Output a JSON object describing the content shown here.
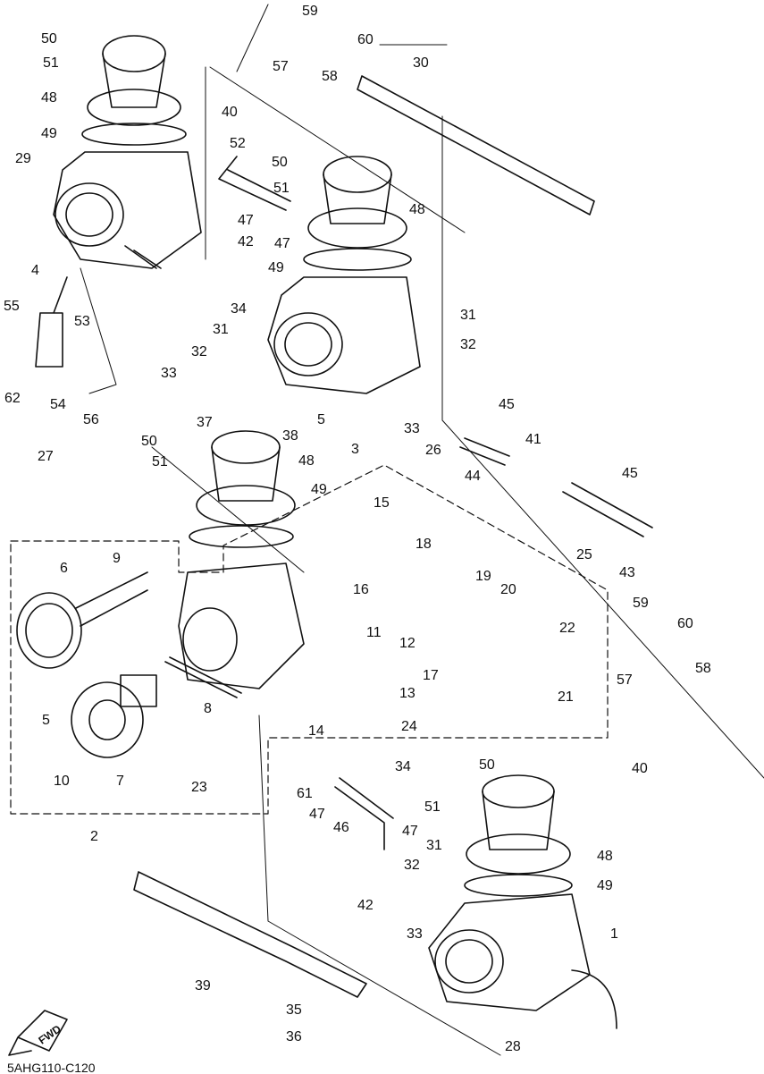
{
  "diagram_code": "5AHG110-C120",
  "fwd_label": "FWD",
  "part_labels": {
    "p1": "1",
    "p2": "2",
    "p3": "3",
    "p4": "4",
    "p5a": "5",
    "p5b": "5",
    "p6": "6",
    "p7": "7",
    "p8": "8",
    "p9": "9",
    "p10": "10",
    "p11": "11",
    "p12": "12",
    "p13": "13",
    "p14": "14",
    "p15": "15",
    "p16": "16",
    "p17": "17",
    "p18": "18",
    "p19": "19",
    "p20": "20",
    "p21": "21",
    "p22": "22",
    "p23": "23",
    "p24": "24",
    "p25": "25",
    "p26": "26",
    "p27": "27",
    "p28": "28",
    "p29": "29",
    "p30": "30",
    "p31a": "31",
    "p31b": "31",
    "p31c": "31",
    "p32a": "32",
    "p32b": "32",
    "p32c": "32",
    "p33a": "33",
    "p33b": "33",
    "p33c": "33",
    "p34a": "34",
    "p34b": "34",
    "p35": "35",
    "p36": "36",
    "p37": "37",
    "p38": "38",
    "p39": "39",
    "p40a": "40",
    "p40b": "40",
    "p41": "41",
    "p42a": "42",
    "p42b": "42",
    "p43": "43",
    "p44": "44",
    "p45a": "45",
    "p45b": "45",
    "p46": "46",
    "p47a": "47",
    "p47b": "47",
    "p47c": "47",
    "p47d": "47",
    "p48a": "48",
    "p48b": "48",
    "p48c": "48",
    "p48d": "48",
    "p49a": "49",
    "p49b": "49",
    "p49c": "49",
    "p49d": "49",
    "p50a": "50",
    "p50b": "50",
    "p50c": "50",
    "p50d": "50",
    "p51a": "51",
    "p51b": "51",
    "p51c": "51",
    "p51d": "51",
    "p52": "52",
    "p53": "53",
    "p54": "54",
    "p55": "55",
    "p56": "56",
    "p57a": "57",
    "p57b": "57",
    "p58a": "58",
    "p58b": "58",
    "p59a": "59",
    "p59b": "59",
    "p60a": "60",
    "p60b": "60",
    "p61": "61",
    "p62": "62"
  }
}
